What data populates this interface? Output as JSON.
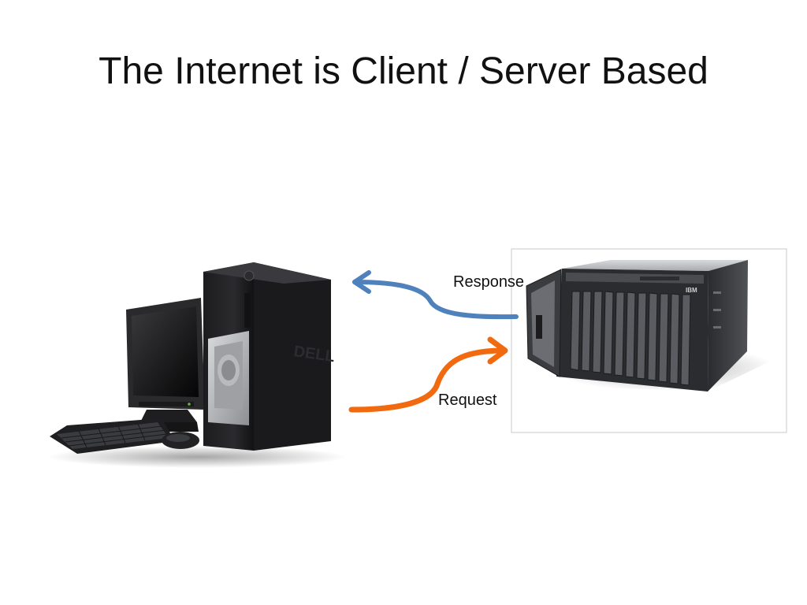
{
  "slide": {
    "title": "The Internet is Client / Server Based"
  },
  "diagram": {
    "client": {
      "icon": "desktop-computer-icon",
      "brand": "DELL"
    },
    "server": {
      "icon": "rack-server-icon",
      "brand": "IBM"
    },
    "response": {
      "label": "Response",
      "color": "#4f81bd"
    },
    "request": {
      "label": "Request",
      "color": "#f26a10"
    }
  }
}
